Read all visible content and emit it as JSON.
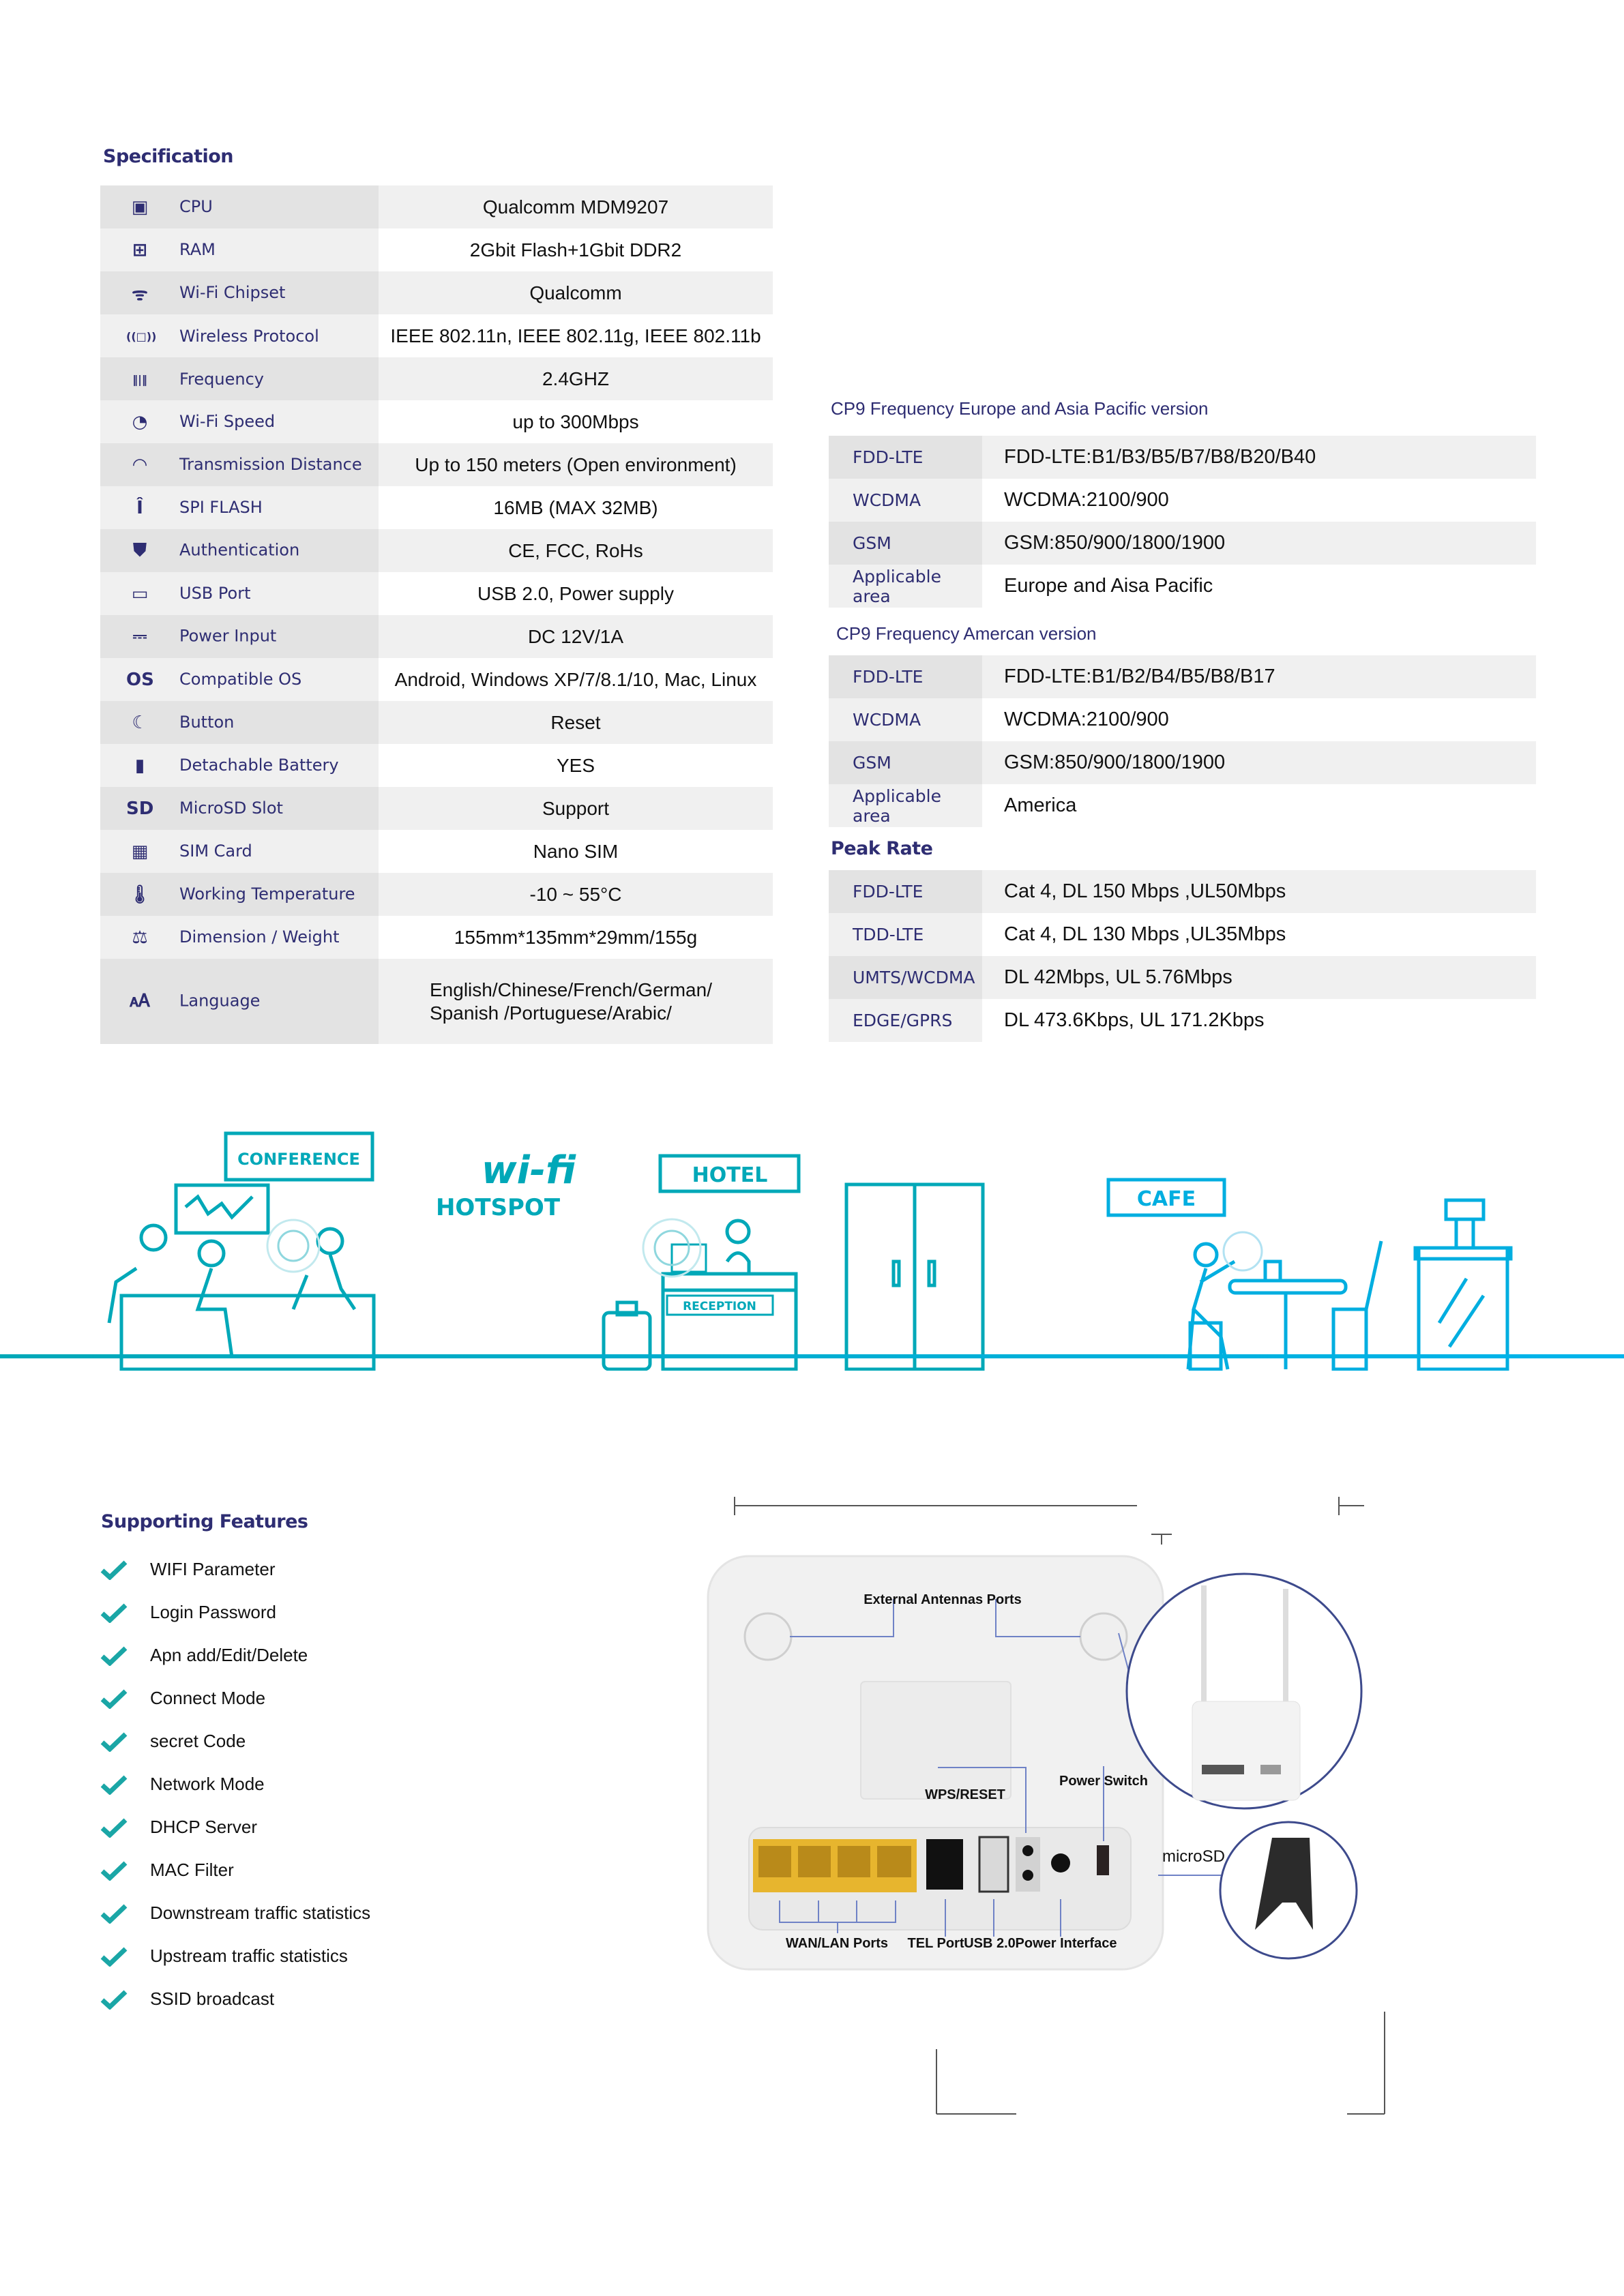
{
  "specification": {
    "title": "Specification",
    "rows": [
      {
        "icon": "cpu-icon",
        "label": "CPU",
        "value": "Qualcomm MDM9207"
      },
      {
        "icon": "ram-chip-icon",
        "label": "RAM",
        "value": "2Gbit Flash+1Gbit DDR2"
      },
      {
        "icon": "wifi-icon",
        "label": "Wi-Fi Chipset",
        "value": "Qualcomm"
      },
      {
        "icon": "wireless-protocol-icon",
        "label": "Wireless Protocol",
        "value": "IEEE 802.11n, IEEE 802.11g, IEEE 802.11b"
      },
      {
        "icon": "frequency-icon",
        "label": "Frequency",
        "value": "2.4GHZ"
      },
      {
        "icon": "speedometer-icon",
        "label": "Wi-Fi Speed",
        "value": "up to 300Mbps"
      },
      {
        "icon": "signal-range-icon",
        "label": "Transmission Distance",
        "value": "Up to 150 meters (Open environment)"
      },
      {
        "icon": "antenna-icon",
        "label": "SPI FLASH",
        "value": "16MB (MAX 32MB)"
      },
      {
        "icon": "shield-check-icon",
        "label": "Authentication",
        "value": "CE, FCC, RoHs"
      },
      {
        "icon": "usb-port-icon",
        "label": "USB Port",
        "value": "USB 2.0, Power supply"
      },
      {
        "icon": "dc-power-icon",
        "label": "Power Input",
        "value": "DC 12V/1A"
      },
      {
        "icon": "os-icon",
        "label": "Compatible  OS",
        "value": "Android, Windows XP/7/8.1/10, Mac, Linux"
      },
      {
        "icon": "moon-button-icon",
        "label": "Button",
        "value": "Reset"
      },
      {
        "icon": "battery-icon",
        "label": "Detachable Battery",
        "value": "YES"
      },
      {
        "icon": "sd-card-icon",
        "label": "MicroSD Slot",
        "value": "Support"
      },
      {
        "icon": "sim-card-icon",
        "label": "SIM Card",
        "value": "Nano SIM"
      },
      {
        "icon": "thermometer-icon",
        "label": "Working Temperature",
        "value": "-10 ~ 55°C"
      },
      {
        "icon": "dimension-weight-icon",
        "label": "Dimension / Weight",
        "value": "155mm*135mm*29mm/155g"
      },
      {
        "icon": "language-icon",
        "label": "Language",
        "value": "English/Chinese/French/German/",
        "value2": "Spanish /Portuguese/Arabic/"
      }
    ]
  },
  "europe": {
    "title": "CP9  Frequency Europe and Asia Pacific version",
    "rows": [
      {
        "label": "FDD-LTE",
        "value": "FDD-LTE:B1/B3/B5/B7/B8/B20/B40"
      },
      {
        "label": "WCDMA",
        "value": "WCDMA:2100/900"
      },
      {
        "label": "GSM",
        "value": "GSM:850/900/1800/1900"
      },
      {
        "label": "Applicable area",
        "value": "Europe and Aisa  Pacific"
      }
    ]
  },
  "america": {
    "title": "CP9 Frequency Amercan version",
    "rows": [
      {
        "label": "FDD-LTE",
        "value": "FDD-LTE:B1/B2/B4/B5/B8/B17"
      },
      {
        "label": "WCDMA",
        "value": "WCDMA:2100/900"
      },
      {
        "label": "GSM",
        "value": "GSM:850/900/1800/1900"
      },
      {
        "label": "Applicable area",
        "value": "America"
      }
    ]
  },
  "peak_rate": {
    "title": "Peak Rate",
    "rows": [
      {
        "label": "FDD-LTE",
        "value": "Cat 4, DL 150 Mbps ,UL50Mbps"
      },
      {
        "label": "TDD-LTE",
        "value": "Cat 4, DL 130 Mbps ,UL35Mbps"
      },
      {
        "label": "UMTS/WCDMA",
        "value": "DL 42Mbps, UL 5.76Mbps"
      },
      {
        "label": "EDGE/GPRS",
        "value": "DL 473.6Kbps, UL 171.2Kbps"
      }
    ]
  },
  "scenes": {
    "conference": "CONFERENCE",
    "wifi": "wi-fi",
    "hotspot": "HOTSPOT",
    "hotel": "HOTEL",
    "reception": "RECEPTION",
    "cafe": "CAFE",
    "accent": "#00a8b8"
  },
  "features": {
    "title": "Supporting Features",
    "items": [
      "WIFI Parameter",
      "Login Password",
      "Apn add/Edit/Delete",
      "Connect Mode",
      "secret Code",
      "Network Mode",
      "DHCP Server",
      "MAC Filter",
      "Downstream traffic statistics",
      "Upstream traffic statistics",
      "SSID broadcast"
    ],
    "check_color": "#1aa6a6"
  },
  "router": {
    "antennas": "External Antennas Ports",
    "wps": "WPS/RESET",
    "power_switch": "Power Switch",
    "microsd": "microSD",
    "wan_lan": "WAN/LAN Ports",
    "tel": "TEL Port",
    "usb": "USB 2.0",
    "power_interface": "Power Interface"
  }
}
